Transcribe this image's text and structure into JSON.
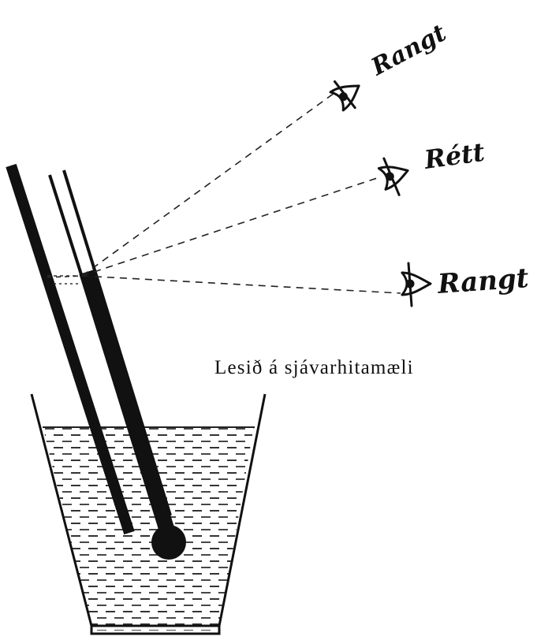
{
  "diagram": {
    "caption": "Lesið á sjávarhitamæli",
    "labels": {
      "top": "Rangt",
      "middle": "Rétt",
      "bottom": "Rangt"
    },
    "colors": {
      "ink": "#111111",
      "water_dash": "#333333",
      "background": "#ffffff"
    }
  }
}
